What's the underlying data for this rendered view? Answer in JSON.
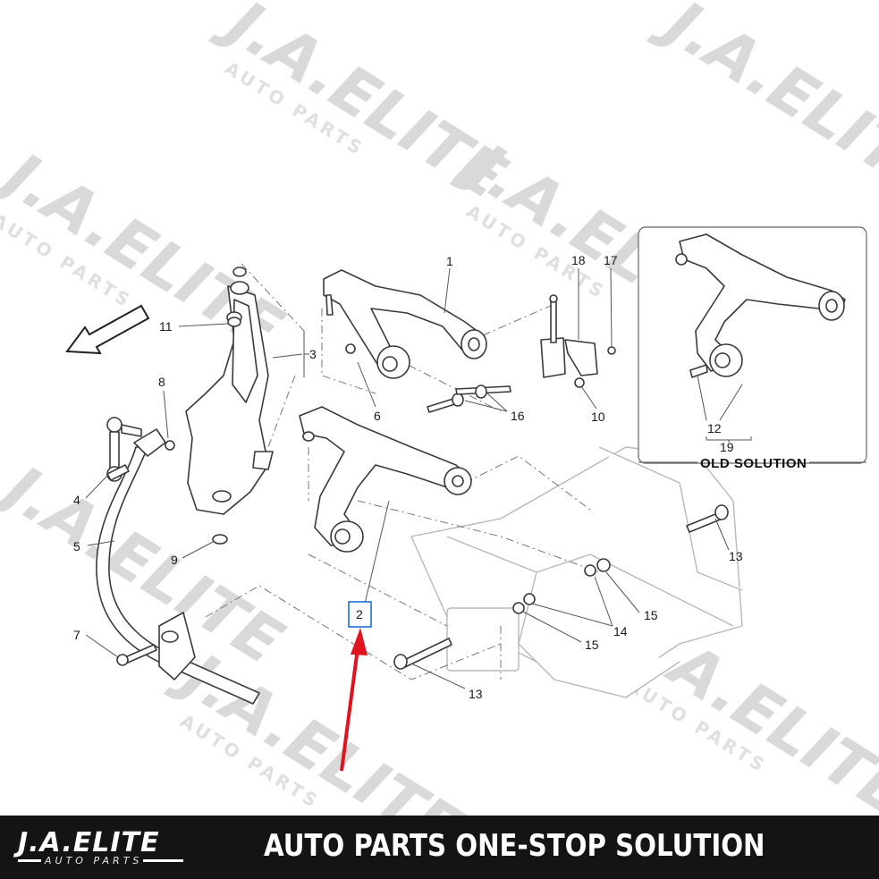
{
  "callouts": {
    "c1": "1",
    "c2": "2",
    "c3": "3",
    "c4": "4",
    "c5": "5",
    "c6": "6",
    "c7": "7",
    "c8": "8",
    "c9": "9",
    "c10": "10",
    "c11": "11",
    "c12": "12",
    "c13a": "13",
    "c13b": "13",
    "c14": "14",
    "c15a": "15",
    "c15b": "15",
    "c16": "16",
    "c17": "17",
    "c18": "18",
    "c19": "19"
  },
  "inset": {
    "title": "OLD SOLUTION"
  },
  "watermark": {
    "main": "J.A.ELITE",
    "sub": "AUTO PARTS"
  },
  "footer": {
    "logo_main": "J.A.ELITE",
    "logo_sub": "AUTO PARTS",
    "tagline": "AUTO PARTS ONE-STOP SOLUTION"
  },
  "colors": {
    "highlight_box": "#1e6fd6",
    "arrow": "#e0141e",
    "footer_bg": "#141414"
  }
}
